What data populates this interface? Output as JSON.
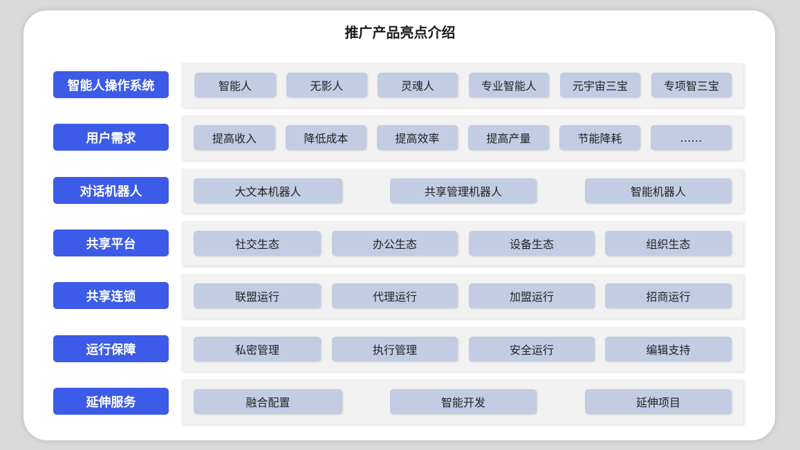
{
  "title": "推广产品亮点介绍",
  "accent_color": "#3c5be8",
  "pill_color": "#c2cde3",
  "rows": [
    {
      "label": "智能人操作系统",
      "items": [
        "智能人",
        "无影人",
        "灵魂人",
        "专业智能人",
        "元宇宙三宝",
        "专项智三宝"
      ]
    },
    {
      "label": "用户需求",
      "items": [
        "提高收入",
        "降低成本",
        "提高效率",
        "提高产量",
        "节能降耗",
        "……"
      ]
    },
    {
      "label": "对话机器人",
      "items": [
        "大文本机器人",
        "共享管理机器人",
        "智能机器人"
      ]
    },
    {
      "label": "共享平台",
      "items": [
        "社交生态",
        "办公生态",
        "设备生态",
        "组织生态"
      ]
    },
    {
      "label": "共享连锁",
      "items": [
        "联盟运行",
        "代理运行",
        "加盟运行",
        "招商运行"
      ]
    },
    {
      "label": "运行保障",
      "items": [
        "私密管理",
        "执行管理",
        "安全运行",
        "编辑支持"
      ]
    },
    {
      "label": "延伸服务",
      "items": [
        "融合配置",
        "智能开发",
        "延伸项目"
      ]
    }
  ]
}
